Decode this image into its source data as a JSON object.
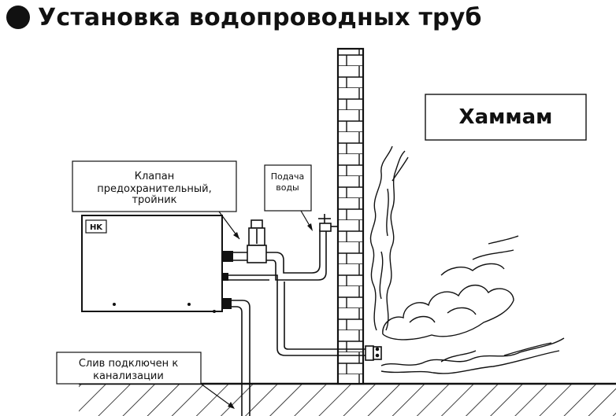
{
  "title": "Установка водопроводных труб",
  "labels": {
    "hammam": "Хаммам",
    "valve_line1": "Клапан",
    "valve_line2": "предохранительный,",
    "valve_line3": "тройник",
    "water_line1": "Подача",
    "water_line2": "воды",
    "drain_line1": "Слив подключен к",
    "drain_line2": "канализации",
    "logo": "HK"
  }
}
